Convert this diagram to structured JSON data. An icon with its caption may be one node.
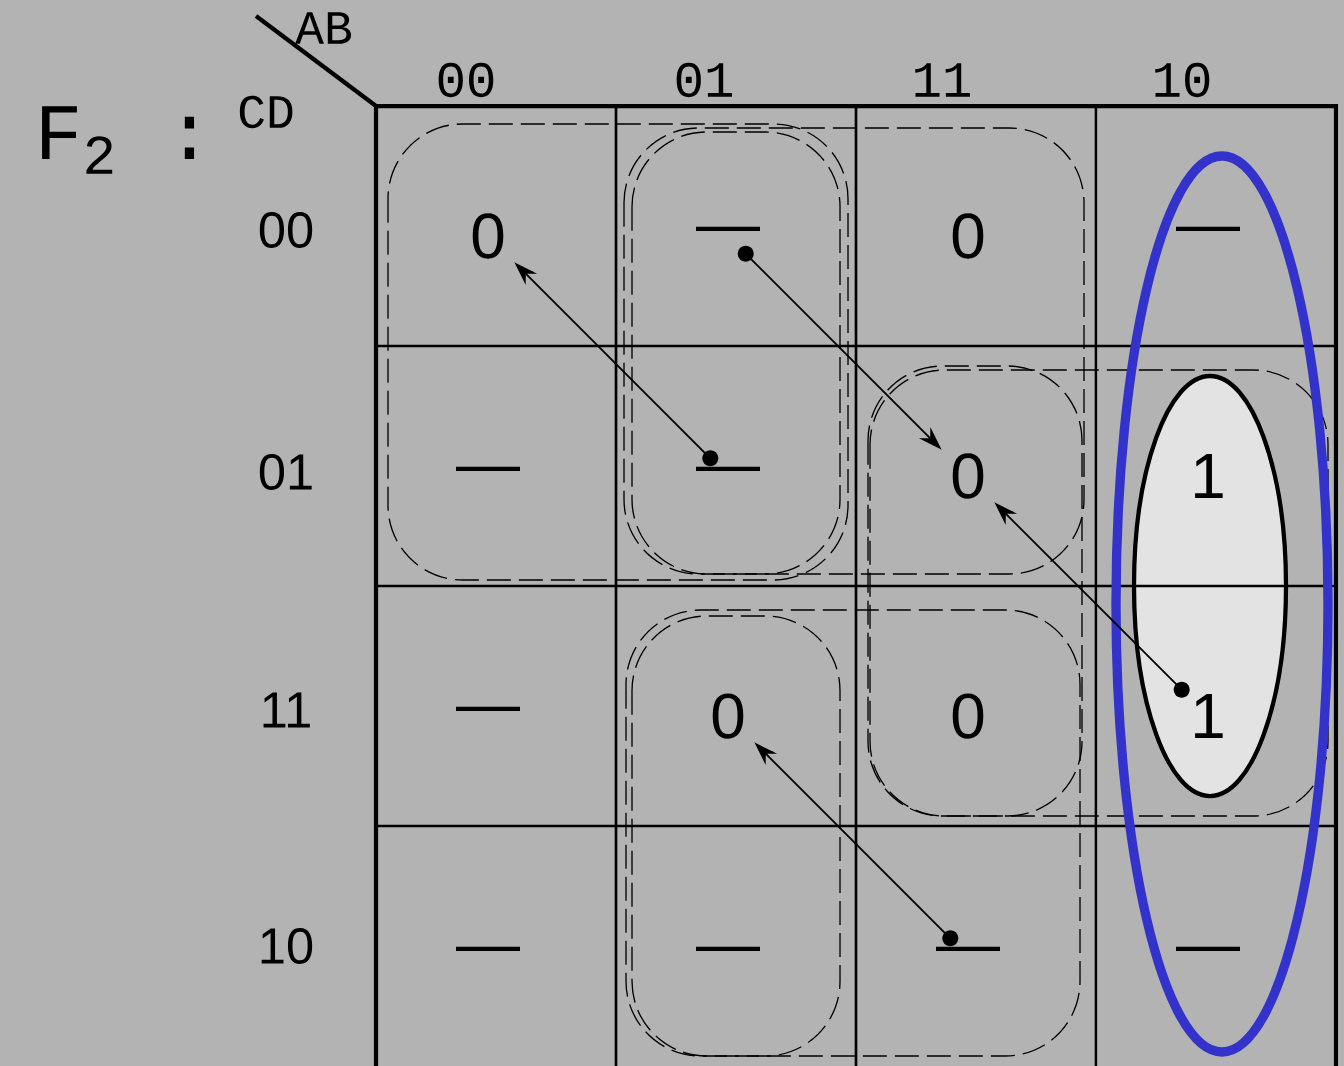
{
  "diagram": {
    "nodes": [
      {
        "text": [
          "0"
        ]
      },
      {
        "text": [
          "—"
        ]
      },
      {
        "text": [
          "0"
        ]
      },
      {
        "text": [
          "—"
        ]
      },
      {
        "text": [
          "—"
        ]
      },
      {
        "text": [
          "—"
        ]
      },
      {
        "text": [
          "0"
        ]
      },
      {
        "text": [
          "1"
        ]
      },
      {
        "text": [
          "—"
        ]
      },
      {
        "text": [
          "0"
        ]
      },
      {
        "text": [
          "0"
        ]
      },
      {
        "text": [
          "1"
        ]
      },
      {
        "text": [
          "—"
        ]
      },
      {
        "text": [
          "—"
        ]
      },
      {
        "text": [
          "—"
        ]
      },
      {
        "text": [
          "—"
        ]
      }
    ],
    "edges": [
      {
        "from": 5,
        "to": 0,
        "arrow": "to"
      },
      {
        "from": 1,
        "to": 6,
        "arrow": "to"
      },
      {
        "from": 11,
        "to": 6,
        "arrow": "to"
      },
      {
        "from": 14,
        "to": 9,
        "arrow": "to"
      }
    ],
    "labels": [
      "F$_{2}$ :",
      "AB",
      "CD",
      "00",
      "01",
      "11",
      "10",
      "00",
      "01",
      "11",
      "10"
    ]
  }
}
